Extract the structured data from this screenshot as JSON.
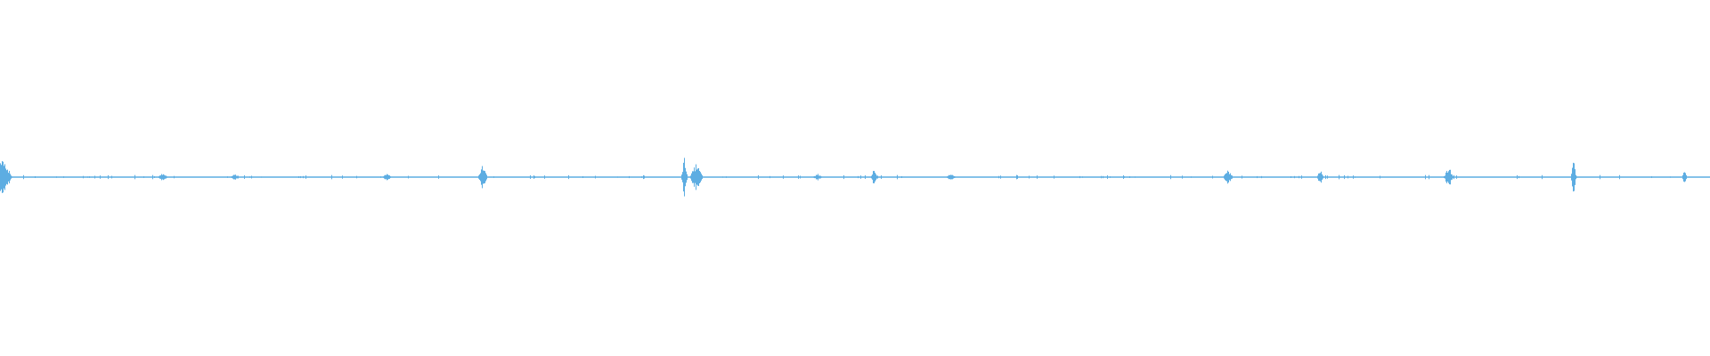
{
  "waveform": {
    "color": "#5dade2",
    "background": "#ffffff",
    "baseline_amplitude": 0.004,
    "bursts": [
      {
        "t": 0.001,
        "amp": 0.06,
        "spread": 0.006
      },
      {
        "t": 0.095,
        "amp": 0.012,
        "spread": 0.003
      },
      {
        "t": 0.137,
        "amp": 0.01,
        "spread": 0.003
      },
      {
        "t": 0.226,
        "amp": 0.01,
        "spread": 0.003
      },
      {
        "t": 0.282,
        "amp": 0.035,
        "spread": 0.003
      },
      {
        "t": 0.4,
        "amp": 0.06,
        "spread": 0.002
      },
      {
        "t": 0.407,
        "amp": 0.04,
        "spread": 0.004
      },
      {
        "t": 0.478,
        "amp": 0.01,
        "spread": 0.003
      },
      {
        "t": 0.511,
        "amp": 0.025,
        "spread": 0.002
      },
      {
        "t": 0.556,
        "amp": 0.01,
        "spread": 0.003
      },
      {
        "t": 0.718,
        "amp": 0.022,
        "spread": 0.003
      },
      {
        "t": 0.772,
        "amp": 0.025,
        "spread": 0.002
      },
      {
        "t": 0.847,
        "amp": 0.03,
        "spread": 0.003
      },
      {
        "t": 0.92,
        "amp": 0.06,
        "spread": 0.0015
      },
      {
        "t": 0.985,
        "amp": 0.025,
        "spread": 0.0015
      }
    ]
  }
}
